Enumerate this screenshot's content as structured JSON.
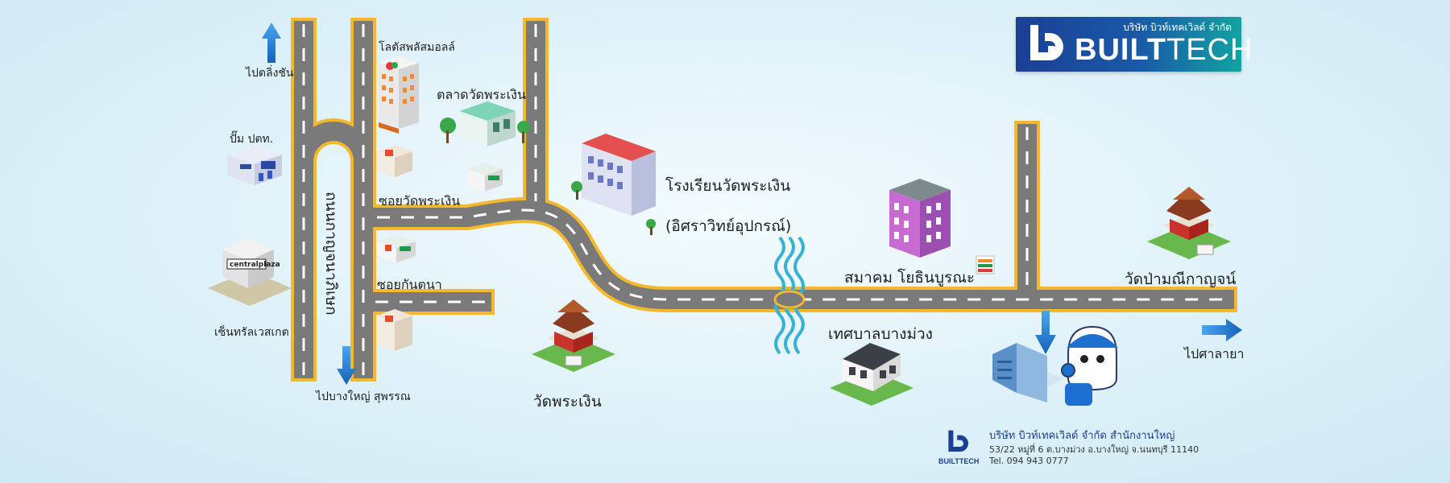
{
  "logo": {
    "company_th": "บริษัท บิวท์เทคเวิลด์ จำกัด",
    "brand_bold": "BUILT",
    "brand_light": "TECH",
    "icon": "builttech-b-logo-icon"
  },
  "labels": {
    "to_taling_chan": "ไปตลิ่งชัน",
    "lotus": "โลตัสพลัสมอลล์",
    "ptt": "ปั๊ม ปตท.",
    "wat_phra_ngoen_market": "ตลาดวัดพระเงิน",
    "soi_wat_phra_ngoen": "ซอยวัดพระเงิน",
    "school_line1": "โรงเรียนวัดพระเงิน",
    "school_line2": "(อิศราวิทย์อุปกรณ์)",
    "kanchanaphisek_road": "ถนนกาญจนาภิเษก",
    "soi_kanthana": "ซอยกันตนา",
    "central": "เซ็นทรัลเวสเกต",
    "central_sign": "centralplaza",
    "to_bang_yai": "ไปบางใหญ่ สุพรรณ",
    "wat_phra_ngoen": "วัดพระเงิน",
    "association": "สมาคม โยธินบูรณะ",
    "municipality": "เทศบาลบางม่วง",
    "wat_pa_mani": "วัดป่ามณีกาญจน์",
    "to_sala_ya": "ไปศาลายา"
  },
  "footer": {
    "brand": "BUILTTECH",
    "line1": "บริษัท บิวท์เทคเวิลด์ จำกัด  สำนักงานใหญ่",
    "line2": "53/22 หมู่ที่ 6  ต.บางม่วง อ.บางใหญ่ จ.นนทบุรี 11140",
    "line3": "Tel. 094 943 0777"
  },
  "colors": {
    "road": "#7a7a7a",
    "road_border": "#f3b82b",
    "arrow": "#1d73c9",
    "river": "#37b2d6",
    "brand_blue": "#1b3f95",
    "brand_teal": "#12a3a0"
  },
  "icons": [
    "up-arrow-icon",
    "down-arrow-icon",
    "right-arrow-icon",
    "destination-arrow-icon",
    "seven-eleven-icon",
    "river-icon",
    "mascot-icon"
  ]
}
